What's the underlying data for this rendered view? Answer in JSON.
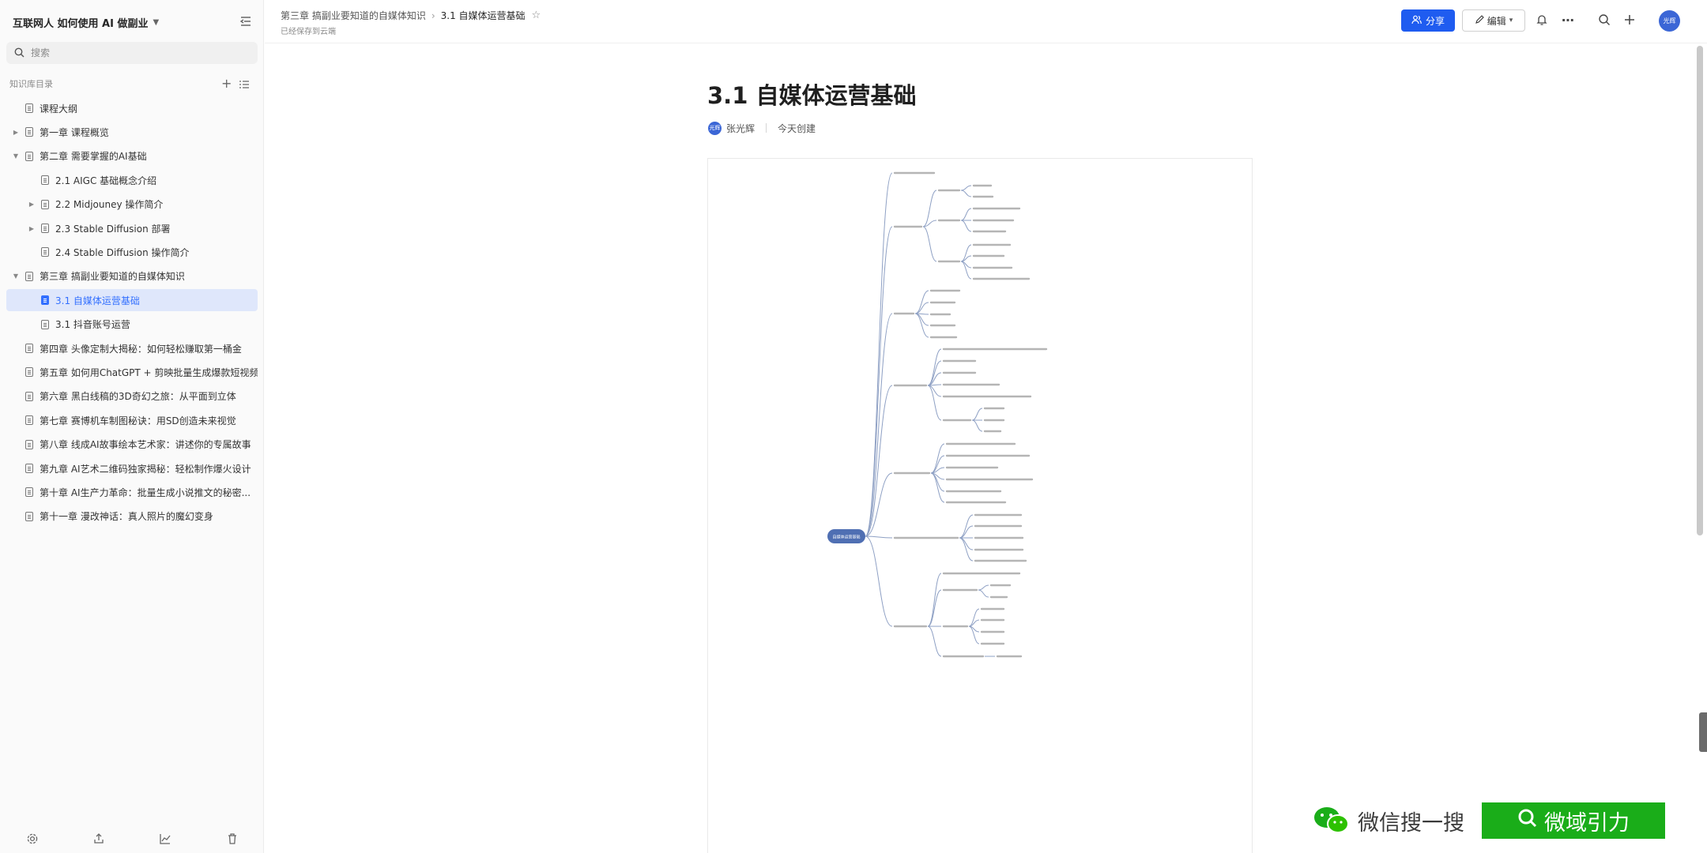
{
  "sidebar": {
    "kb_title": "互联网人 如何使用 AI 做副业",
    "search_placeholder": "搜索",
    "section_title": "知识库目录",
    "items": [
      {
        "label": "课程大纲",
        "level": 0,
        "arrow": "",
        "active": false
      },
      {
        "label": "第一章 课程概览",
        "level": 0,
        "arrow": "right",
        "active": false
      },
      {
        "label": "第二章 需要掌握的AI基础",
        "level": 0,
        "arrow": "down",
        "active": false
      },
      {
        "label": "2.1 AIGC 基础概念介绍",
        "level": 1,
        "arrow": "",
        "active": false
      },
      {
        "label": "2.2 Midjouney 操作简介",
        "level": 1,
        "arrow": "right",
        "active": false
      },
      {
        "label": "2.3 Stable Diffusion 部署",
        "level": 1,
        "arrow": "right",
        "active": false
      },
      {
        "label": "2.4 Stable Diffusion 操作简介",
        "level": 1,
        "arrow": "",
        "active": false
      },
      {
        "label": "第三章 搞副业要知道的自媒体知识",
        "level": 0,
        "arrow": "down",
        "active": false
      },
      {
        "label": "3.1 自媒体运营基础",
        "level": 1,
        "arrow": "",
        "active": true
      },
      {
        "label": "3.1 抖音账号运营",
        "level": 1,
        "arrow": "",
        "active": false
      },
      {
        "label": "第四章 头像定制大揭秘：如何轻松赚取第一桶金",
        "level": 0,
        "arrow": "",
        "active": false
      },
      {
        "label": "第五章 如何用ChatGPT + 剪映批量生成爆款短视频",
        "level": 0,
        "arrow": "",
        "active": false
      },
      {
        "label": "第六章 黑白线稿的3D奇幻之旅：从平面到立体",
        "level": 0,
        "arrow": "",
        "active": false
      },
      {
        "label": "第七章 赛博机车制图秘诀：用SD创造未来视觉",
        "level": 0,
        "arrow": "",
        "active": false
      },
      {
        "label": "第八章 线成AI故事绘本艺术家：讲述你的专属故事",
        "level": 0,
        "arrow": "",
        "active": false
      },
      {
        "label": "第九章 AI艺术二维码独家揭秘：轻松制作爆火设计",
        "level": 0,
        "arrow": "",
        "active": false
      },
      {
        "label": "第十章 AI生产力革命：批量生成小说推文的秘密...",
        "level": 0,
        "arrow": "",
        "active": false
      },
      {
        "label": "第十一章 漫改神话：真人照片的魔幻变身",
        "level": 0,
        "arrow": "",
        "active": false
      }
    ]
  },
  "topbar": {
    "breadcrumb_parent": "第三章 搞副业要知道的自媒体知识",
    "breadcrumb_current": "3.1 自媒体运营基础",
    "saved_status": "已经保存到云端",
    "share_label": "分享",
    "edit_label": "编辑",
    "avatar_text": "光辉"
  },
  "doc": {
    "title": "3.1 自媒体运营基础",
    "author": "张光辉",
    "created": "今天创建",
    "author_avatar_text": "光辉",
    "mindmap_root": "自媒体运营基础"
  },
  "watermark": {
    "left_text": "微信搜一搜",
    "right_text": "微域引力"
  },
  "colors": {
    "accent": "#1f5cf0",
    "active_bg": "#dfe7fb",
    "mindmap_line": "#8ea0c4",
    "mindmap_root": "#4f6fb3",
    "watermark_green": "#1aad19"
  },
  "icons": [
    "search-icon",
    "collapse-sidebar-icon",
    "add-icon",
    "list-icon",
    "document-icon",
    "star-icon",
    "share-users-icon",
    "edit-pen-icon",
    "bell-icon",
    "more-icon",
    "plus-icon",
    "settings-icon",
    "export-icon",
    "chart-icon",
    "trash-icon",
    "wechat-icon"
  ]
}
